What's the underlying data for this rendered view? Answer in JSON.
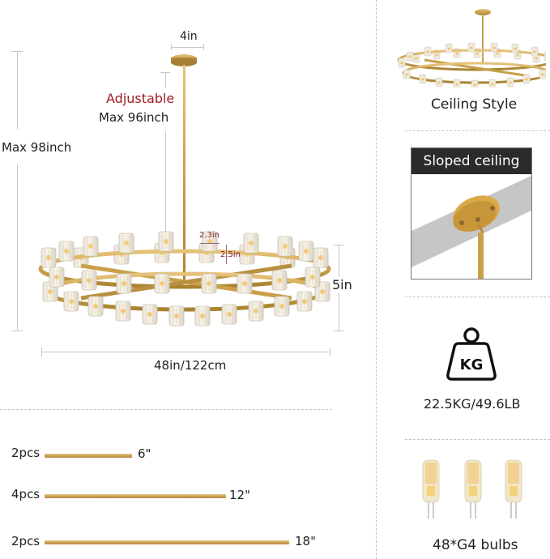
{
  "main_diagram": {
    "canopy_width": "4in",
    "adjustable_label": "Adjustable",
    "adjustable_max": "Max 96inch",
    "total_height": "Max 98inch",
    "shade_width": "2.3in",
    "shade_height": "2.5in",
    "body_height": "5in",
    "diameter": "48in/122cm"
  },
  "rods": {
    "items": [
      {
        "qty": "2pcs",
        "length": "6\""
      },
      {
        "qty": "4pcs",
        "length": "12\""
      },
      {
        "qty": "2pcs",
        "length": "18\""
      }
    ]
  },
  "side_panel": {
    "ceiling_style_label": "Ceiling Style",
    "sloped_ceiling_label": "Sloped ceiling",
    "weight_icon_text": "KG",
    "weight_label": "22.5KG/49.6LB",
    "bulbs_label": "48*G4 bulbs"
  },
  "colors": {
    "gold": "#c9a056",
    "accent_red": "#9b1b1f",
    "dim_line": "#c8c8c8",
    "dark_header": "#2b2b2b"
  }
}
